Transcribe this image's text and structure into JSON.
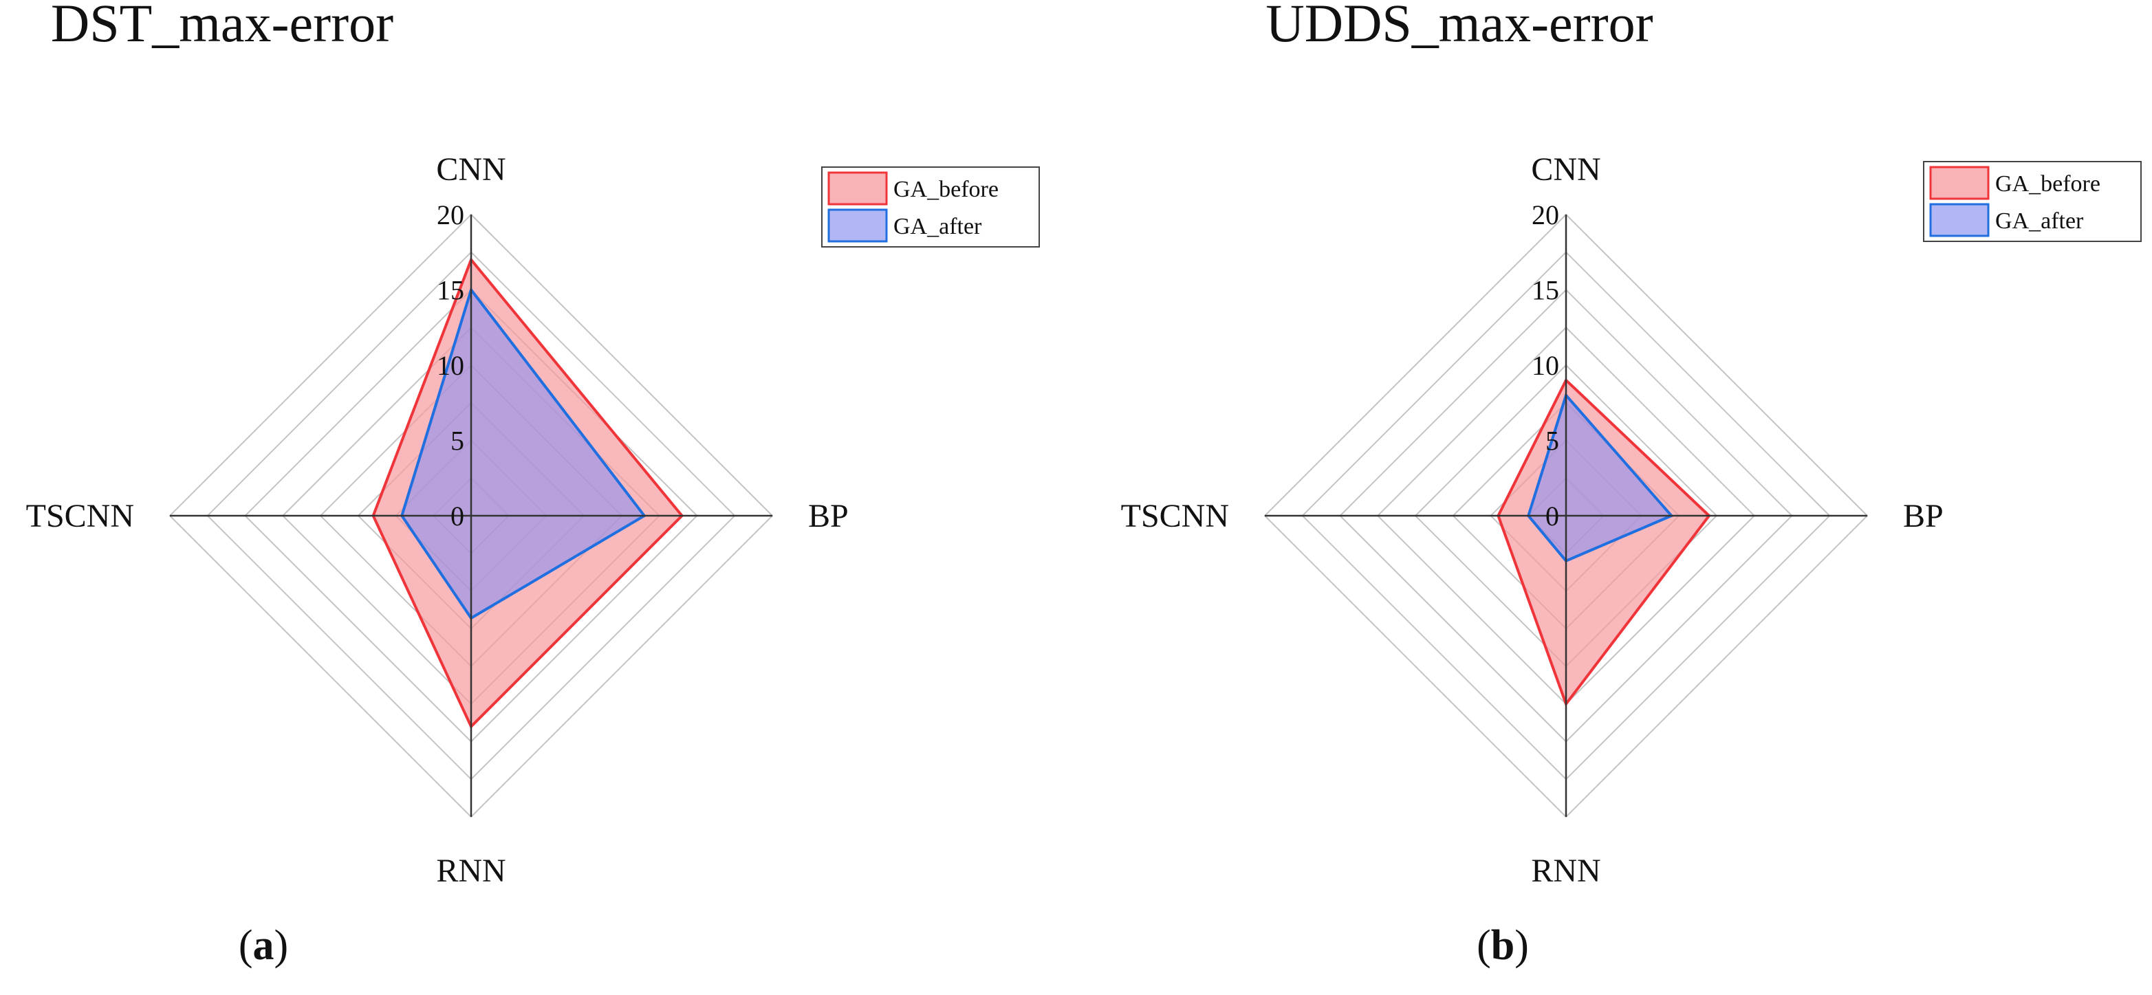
{
  "chart_data": [
    {
      "type": "radar",
      "title": "DST_max-error",
      "sublabel": {
        "open": "(",
        "letter": "a",
        "close": ")"
      },
      "axes": [
        "CNN",
        "BP",
        "RNN",
        "TSCNN"
      ],
      "ticks": [
        "0",
        "5",
        "10",
        "15",
        "20"
      ],
      "rlim": [
        0,
        20
      ],
      "grid": true,
      "legend_position": "top-right",
      "series": [
        {
          "name": "GA_before",
          "values": [
            17,
            14,
            14,
            6.5
          ],
          "stroke": "#f0353a",
          "fill": "#f79a9e"
        },
        {
          "name": "GA_after",
          "values": [
            15,
            11.5,
            6.8,
            4.6
          ],
          "stroke": "#1f6fe0",
          "fill": "#8a8ff0"
        }
      ]
    },
    {
      "type": "radar",
      "title": "UDDS_max-error",
      "sublabel": {
        "open": "(",
        "letter": "b",
        "close": ")"
      },
      "axes": [
        "CNN",
        "BP",
        "RNN",
        "TSCNN"
      ],
      "ticks": [
        "0",
        "5",
        "10",
        "15",
        "20"
      ],
      "rlim": [
        0,
        20
      ],
      "grid": true,
      "legend_position": "top-right",
      "series": [
        {
          "name": "GA_before",
          "values": [
            9,
            9.5,
            12.5,
            4.5
          ],
          "stroke": "#f0353a",
          "fill": "#f79a9e"
        },
        {
          "name": "GA_after",
          "values": [
            8,
            7,
            3,
            2.5
          ],
          "stroke": "#1f6fe0",
          "fill": "#8a8ff0"
        }
      ]
    }
  ]
}
